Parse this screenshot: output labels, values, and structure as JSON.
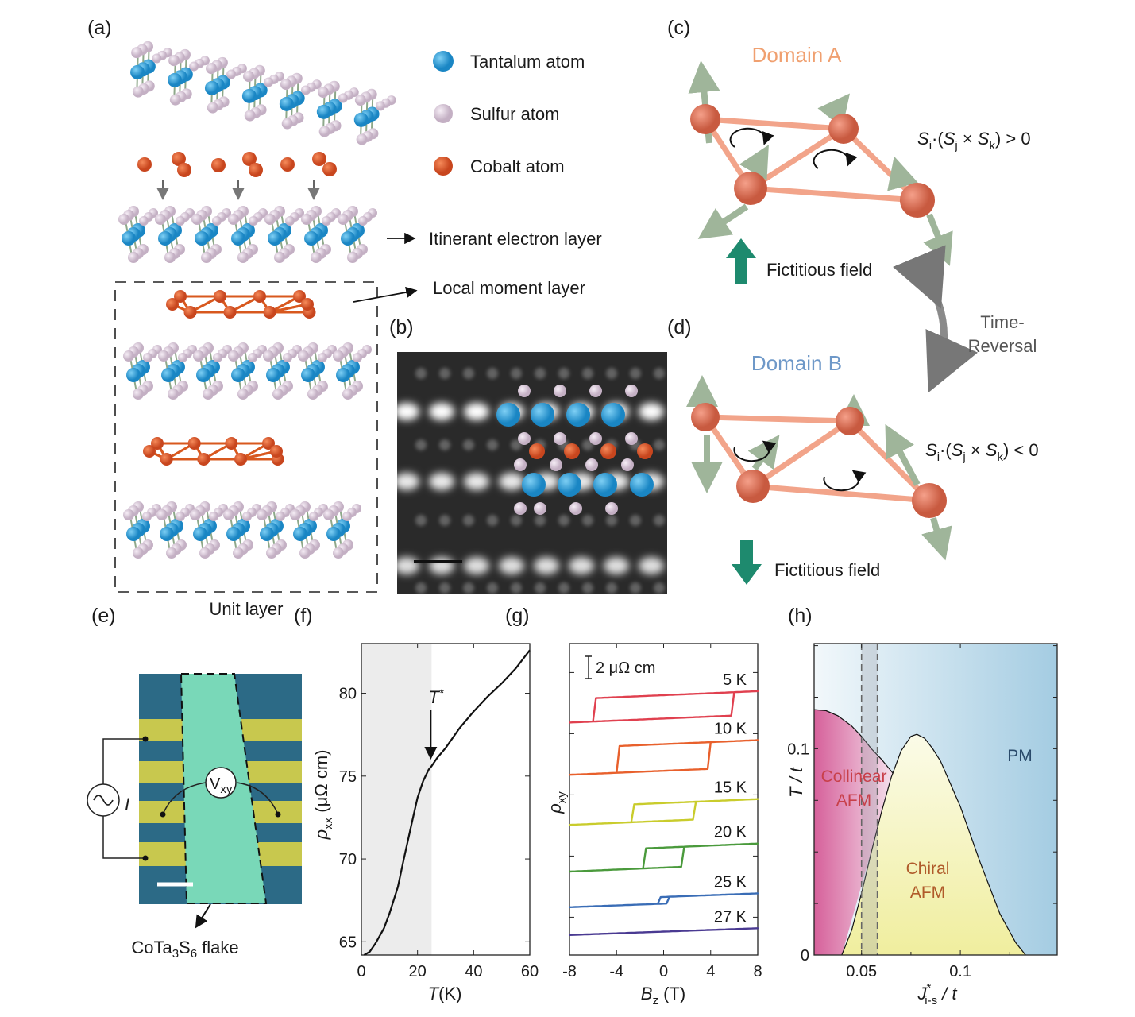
{
  "panels": {
    "a": "(a)",
    "b": "(b)",
    "c": "(c)",
    "d": "(d)",
    "e": "(e)",
    "f": "(f)",
    "g": "(g)",
    "h": "(h)"
  },
  "legend": [
    {
      "label": "Tantalum atom",
      "color": "#2b9bd8"
    },
    {
      "label": "Sulfur atom",
      "color": "#dccbdc"
    },
    {
      "label": "Cobalt atom",
      "color": "#e8703a"
    }
  ],
  "panel_a": {
    "itinerant_label": "Itinerant electron layer",
    "local_label": "Local moment layer",
    "unit_label": "Unit layer"
  },
  "panel_c": {
    "title": "Domain A",
    "title_color": "#f0a070",
    "formula": {
      "s1": "S",
      "i": "i",
      "dot": "·(",
      "s2": "S",
      "j": "j",
      "x": " × ",
      "s3": "S",
      "k": "k",
      "rel": ") > 0"
    },
    "field": "Fictitious field"
  },
  "panel_d": {
    "title": "Domain B",
    "title_color": "#6e98c8",
    "formula": {
      "s1": "S",
      "i": "i",
      "dot": "·(",
      "s2": "S",
      "j": "j",
      "x": " × ",
      "s3": "S",
      "k": "k",
      "rel": ") < 0"
    },
    "field": "Fictitious field"
  },
  "time_reversal": {
    "line1": "Time-",
    "line2": "Reversal"
  },
  "panel_e": {
    "source": "I",
    "voltage": {
      "main": "V",
      "sub": "xy"
    },
    "flake": {
      "a": "CoTa",
      "n1": "3",
      "b": "S",
      "n2": "6",
      "c": " flake"
    }
  },
  "chart_data": [
    {
      "id": "f",
      "type": "line",
      "xlabel": {
        "var": "T",
        "unit": "(K)"
      },
      "ylabel": {
        "var": "ρ",
        "sub": "xx",
        "unit": "  (μΩ cm)"
      },
      "xlim": [
        0,
        60
      ],
      "ylim": [
        64.2,
        83.0
      ],
      "xticks": [
        "0",
        "20",
        "40",
        "60"
      ],
      "yticks": [
        "65",
        "70",
        "75",
        "80"
      ],
      "shaded_region": [
        0,
        25
      ],
      "annotation": {
        "text": "T",
        "sup": "*",
        "x": 25
      },
      "x": [
        1,
        3,
        5,
        8,
        10,
        13,
        15,
        18,
        20,
        22,
        24,
        25,
        27,
        30,
        35,
        40,
        45,
        50,
        55,
        60
      ],
      "y": [
        64.2,
        64.4,
        64.9,
        65.8,
        66.7,
        68.3,
        69.9,
        72.2,
        73.7,
        74.7,
        75.4,
        75.6,
        76.1,
        76.7,
        77.9,
        78.9,
        79.8,
        80.6,
        81.5,
        82.6
      ]
    },
    {
      "id": "g",
      "type": "line",
      "xlabel": {
        "var": "B",
        "sub": "z",
        "unit": " (T)"
      },
      "ylabel": {
        "var": "ρ",
        "sub": "xy"
      },
      "xlim": [
        -8,
        8
      ],
      "ylim": [
        -1.8,
        26.2
      ],
      "xticks": [
        "-8",
        "-4",
        "0",
        "4",
        "8"
      ],
      "scale_bar": {
        "value": 2,
        "label": "2 μΩ cm"
      },
      "series": [
        {
          "name": "5 K",
          "color": "#e0404f",
          "offset": 19.1,
          "coercive_field": 6.0,
          "jump": 2.1,
          "slope": 0.045
        },
        {
          "name": "10 K",
          "color": "#e8602c",
          "offset": 14.4,
          "coercive_field": 3.8,
          "jump": 2.4,
          "slope": 0.045
        },
        {
          "name": "15 K",
          "color": "#c9cc2c",
          "offset": 9.9,
          "coercive_field": 2.6,
          "jump": 1.6,
          "slope": 0.045
        },
        {
          "name": "20 K",
          "color": "#4a9a3c",
          "offset": 5.7,
          "coercive_field": 1.7,
          "jump": 1.8,
          "slope": 0.045
        },
        {
          "name": "25 K",
          "color": "#3a6db6",
          "offset": 2.5,
          "coercive_field": 0.3,
          "jump": 0.6,
          "slope": 0.04
        },
        {
          "name": "27 K",
          "color": "#4a3a92",
          "offset": 0.0,
          "coercive_field": 0,
          "jump": 0,
          "slope": 0.038
        }
      ]
    },
    {
      "id": "h",
      "type": "area",
      "xlabel": {
        "var": "J",
        "sup": "*",
        "sub": "i-s",
        "unit": " / t"
      },
      "ylabel": {
        "text": "T / t"
      },
      "xlim": [
        0.026,
        0.149
      ],
      "ylim": [
        0,
        0.151
      ],
      "xticks": [
        "0.05",
        "0.1"
      ],
      "yticks": [
        "0",
        "0.1"
      ],
      "dashed_lines": [
        0.05,
        0.058
      ],
      "collinear_boundary": {
        "x": [
          0.026,
          0.032,
          0.038,
          0.045,
          0.05,
          0.055,
          0.06,
          0.066
        ],
        "y": [
          0.119,
          0.1185,
          0.116,
          0.111,
          0.106,
          0.1,
          0.095,
          0.088
        ]
      },
      "chiral_boundary": {
        "x": [
          0.04,
          0.045,
          0.05,
          0.055,
          0.06,
          0.065,
          0.07,
          0.075,
          0.078,
          0.082,
          0.086,
          0.09,
          0.1,
          0.11,
          0.12,
          0.128,
          0.133
        ],
        "y": [
          0,
          0.012,
          0.03,
          0.05,
          0.069,
          0.086,
          0.099,
          0.106,
          0.107,
          0.105,
          0.1,
          0.094,
          0.072,
          0.045,
          0.02,
          0.006,
          0
        ]
      },
      "region_labels": {
        "collinear": [
          "Collinear",
          "AFM"
        ],
        "chiral": [
          "Chiral",
          "AFM"
        ],
        "pm": "PM"
      },
      "colors": {
        "collinear": "#d6609a",
        "chiral": "#f2f0a8",
        "pm": "#9cc6de",
        "collinear_text": "#c8404a",
        "chiral_text": "#b05a2a",
        "pm_text": "#2a4a6a"
      }
    }
  ]
}
